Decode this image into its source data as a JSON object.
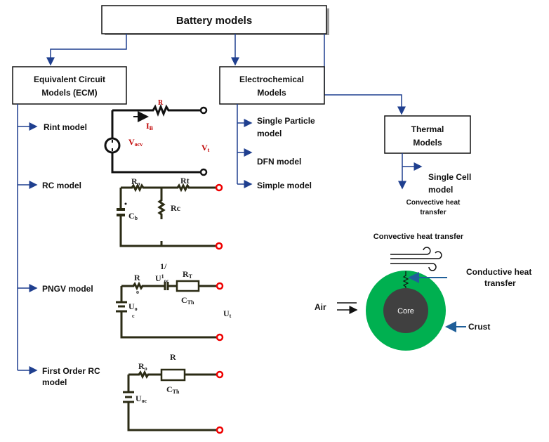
{
  "title": "Battery models",
  "branches": {
    "ecm": {
      "line1": "Equivalent Circuit",
      "line2": "Models  (ECM)",
      "items": [
        "Rint  model",
        "RC model",
        "PNGV model",
        "First Order RC",
        "model"
      ]
    },
    "electrochemical": {
      "line1": "Electrochemical",
      "line2": "Models",
      "items": [
        "Single Particle",
        "model",
        "DFN  model",
        "Simple model"
      ]
    },
    "thermal": {
      "line1": "Thermal",
      "line2": "Models",
      "items": [
        "Single Cell",
        "model"
      ],
      "sub1": "Convective heat",
      "sub2": "transfer"
    }
  },
  "circuits": {
    "rint": {
      "r": "R",
      "ib": "I",
      "ib_sub": "B",
      "vocv": "V",
      "vocv_sub": "ocv",
      "vt": "V",
      "vt_sub": "t"
    },
    "rc": {
      "ro": "R",
      "ro_sub": "o",
      "rt": "Rt",
      "rc": "Rc",
      "cb": "C",
      "cb_sub": "b"
    },
    "pngv": {
      "r": "R",
      "r_sub": "o",
      "inv": "1/",
      "u": "U",
      "u_sup": "1",
      "u_sub": "oc",
      "rt": "R",
      "rt_sub": "T",
      "cth": "C",
      "cth_sub": "Th",
      "uo": "U",
      "uo_sub": "o",
      "c": "c",
      "ut": "U",
      "ut_sub": "t"
    },
    "first_order": {
      "ro": "R",
      "ro_sub": "o",
      "r": "R",
      "cth": "C",
      "cth_sub": "Th",
      "uoc": "U",
      "uoc_sub": "oc"
    }
  },
  "thermal_figure": {
    "convective": "Convective heat transfer",
    "conductive1": "Conductive heat",
    "conductive2": "transfer",
    "air": "Air",
    "core": "Core",
    "crust": "Crust",
    "colors": {
      "crust": "#00b050",
      "core": "#404040",
      "arrow": "#1f5f99"
    }
  }
}
